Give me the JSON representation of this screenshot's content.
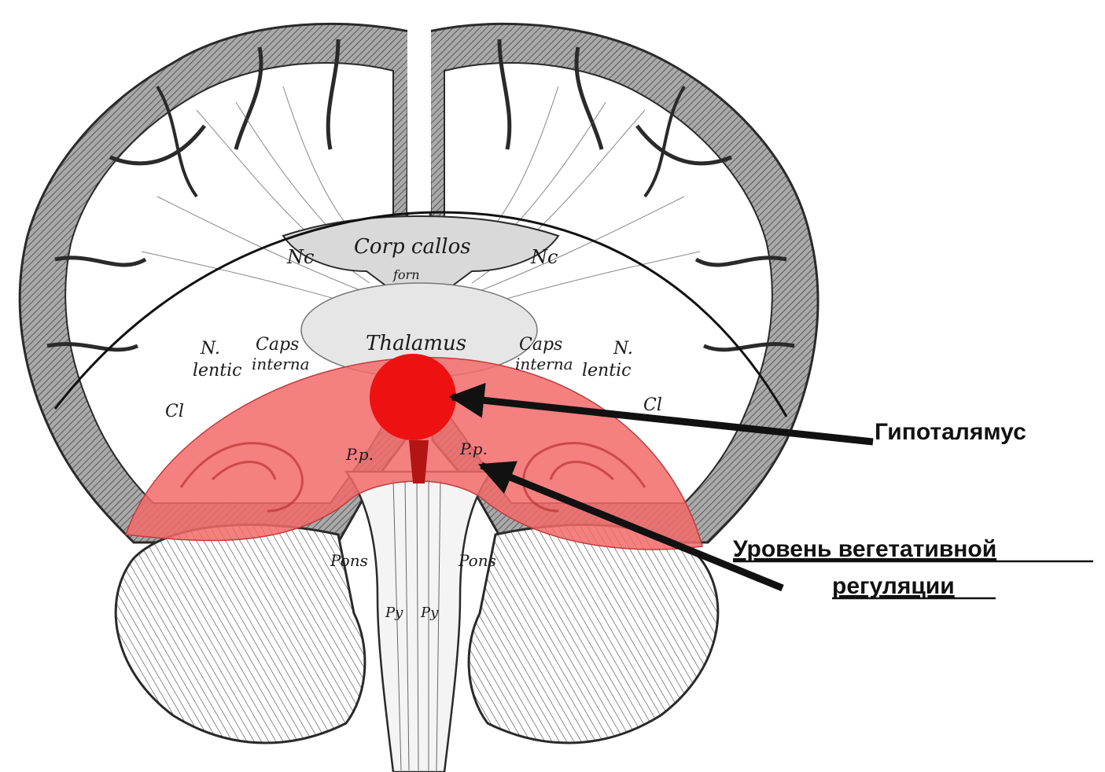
{
  "diagram": {
    "anatomy_labels": {
      "corpus_callosum": "Corp callos",
      "fornix": "forn",
      "nc_left": "Nc",
      "nc_right": "Nc",
      "thalamus": "Thalamus",
      "caps_left_1": "Caps",
      "caps_left_2": "interna",
      "caps_right_1": "Caps",
      "caps_right_2": "interna",
      "n_left_1": "N.",
      "n_left_2": "lentic",
      "n_right_1": "N.",
      "n_right_2": "lentic",
      "cl_left": "Cl",
      "cl_right": "Cl",
      "pp_left": "P.p.",
      "pp_right": "P.p.",
      "pons_left": "Pons",
      "pons_right": "Pons",
      "py_left": "Py",
      "py_right": "Py"
    },
    "callouts": {
      "hypothalamus": "Гипоталямус",
      "vegetative_line1": "Уровень вегетативной",
      "vegetative_line2": "регуляции"
    },
    "colors": {
      "highlight_region": "#f26a6a",
      "hypothalamus_dot": "#ee1111",
      "outline": "#2a2a2a",
      "gyri_fill": "#8c8c8c"
    }
  }
}
